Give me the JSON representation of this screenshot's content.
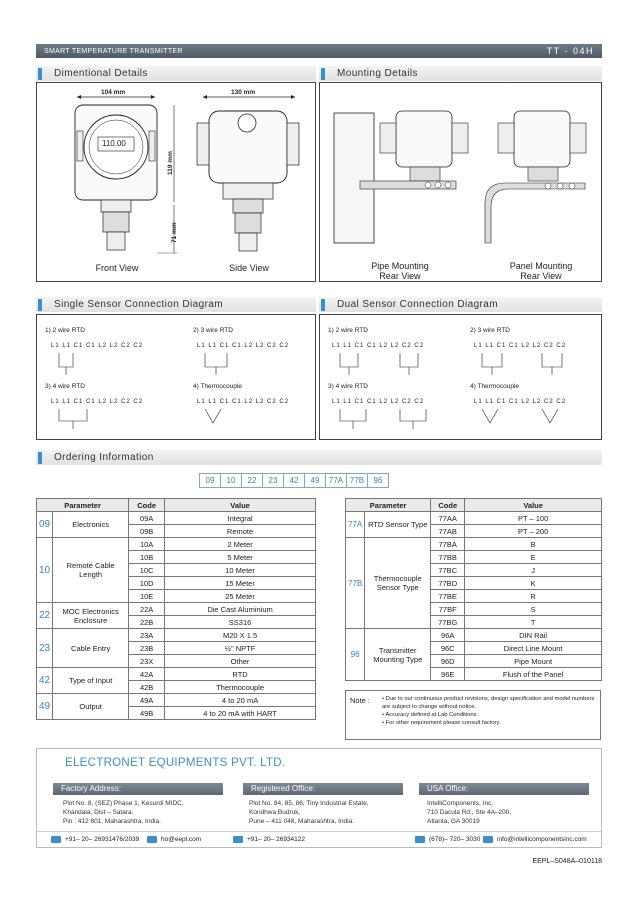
{
  "header": {
    "title": "SMART TEMPERATURE TRANSMITTER",
    "code": "TT - 04H"
  },
  "sections": {
    "dimensional": "Dimentional Details",
    "mounting": "Mounting Details",
    "single": "Single Sensor Connection Diagram",
    "dual": "Dual Sensor Connection Diagram",
    "ordering": "Ordering Information"
  },
  "dimensions": {
    "width_front": "104 mm",
    "width_side": "130 mm",
    "height_top": "119 mm",
    "height_bottom": "71 mm",
    "display_value": "110.00",
    "front_label": "Front View",
    "side_label": "Side View",
    "pipe_label": "Pipe Mounting\nRear View",
    "panel_label": "Panel Mounting\nRear View"
  },
  "single": {
    "d1": "1) 2 wire RTD",
    "d2": "2) 3 wire RTD",
    "d3": "3) 4 wire RTD",
    "d4": "4) Thermocouple",
    "t_full": "L1  L1  C1 C1  L2  L2  C2  C2",
    "t_tc": "L1  L1  C1  C1  L2  L2  C2  C2"
  },
  "dual": {
    "d1": "1) 2 wire RTD",
    "d2": "2) 3 wire RTD",
    "d3": "3) 4 wire RTD",
    "d4": "4) Thermocouple",
    "t_full": "L1  L1  C1  C1  L2  L2  C2  C2"
  },
  "order_codes": [
    "09",
    "10",
    "22",
    "23",
    "42",
    "49",
    "77A",
    "77B",
    "96"
  ],
  "left_table": {
    "headers": [
      "Parameter",
      "Code",
      "Value"
    ],
    "groups": [
      {
        "num": "09",
        "param": "Electronics",
        "rows": [
          [
            "09A",
            "Integral"
          ],
          [
            "09B",
            "Remote"
          ]
        ]
      },
      {
        "num": "10",
        "param": "Remote Cable Length",
        "rows": [
          [
            "10A",
            "2 Meter"
          ],
          [
            "10B",
            "5 Meter"
          ],
          [
            "10C",
            "10 Meter"
          ],
          [
            "10D",
            "15 Meter"
          ],
          [
            "10E",
            "25 Meter"
          ]
        ]
      },
      {
        "num": "22",
        "param": "MOC Electronics Enclosure",
        "rows": [
          [
            "22A",
            "Die Cast Aluminium"
          ],
          [
            "22B",
            "SS316"
          ]
        ]
      },
      {
        "num": "23",
        "param": "Cable Entry",
        "rows": [
          [
            "23A",
            "M20 X 1.5"
          ],
          [
            "23B",
            "½\" NPTF"
          ],
          [
            "23X",
            "Other"
          ]
        ]
      },
      {
        "num": "42",
        "param": "Type of Input",
        "rows": [
          [
            "42A",
            "RTD"
          ],
          [
            "42B",
            "Thermocouple"
          ]
        ]
      },
      {
        "num": "49",
        "param": "Output",
        "rows": [
          [
            "49A",
            "4 to 20 mA"
          ],
          [
            "49B",
            "4 to 20 mA with HART"
          ]
        ]
      }
    ]
  },
  "right_table": {
    "headers": [
      "Parameter",
      "Code",
      "Value"
    ],
    "groups": [
      {
        "num": "77A",
        "param": "RTD Sensor Type",
        "rows": [
          [
            "77AA",
            "PT – 100"
          ],
          [
            "77AB",
            "PT – 200"
          ]
        ]
      },
      {
        "num": "77B",
        "param": "Thermocouple Sensor Type",
        "rows": [
          [
            "77BA",
            "B"
          ],
          [
            "77BB",
            "E"
          ],
          [
            "77BC",
            "J"
          ],
          [
            "77BD",
            "K"
          ],
          [
            "77BE",
            "R"
          ],
          [
            "77BF",
            "S"
          ],
          [
            "77BG",
            "T"
          ]
        ]
      },
      {
        "num": "96",
        "param": "Transmitter Mounting Type",
        "rows": [
          [
            "96A",
            "DIN Rail"
          ],
          [
            "96C",
            "Direct Line Mount"
          ],
          [
            "96D",
            "Pipe Mount"
          ],
          [
            "96E",
            "Flush of the Panel"
          ]
        ]
      }
    ]
  },
  "note": {
    "label": "Note :",
    "items": [
      "• Due to our continuous product revisions, design specification and model numbers are subject to change without notice.",
      "• Accuracy defined at Lab Conditions.",
      "• For other requirement please consult factory."
    ]
  },
  "footer": {
    "company": "ELECTRONET EQUIPMENTS PVT. LTD.",
    "factory_h": "Factory Address:",
    "factory": "Plot No. 8, (SEZ) Phase 1, Kesurdi MIDC,\nKhandala, Dist – Satara.\nPin : 412 801, Maharashtra, India.",
    "reg_h": "Registered Office:",
    "reg": "Plot No. 84, 85, 86, Tiny Industrial Estate,\nKondhwa Budruk,\nPune – 411 048, Maharashtra, India.",
    "usa_h": "USA Office:",
    "usa": "IntelliComponents, Inc.\n710 Dacula Rd., Ste 4A–200,\nAtlanta, GA 30019",
    "phone1": "+91– 20– 26931476/2039",
    "email1": "ho@eepl.com",
    "fax": "+91– 20– 26934122",
    "phone2": "(678)– 720– 3030",
    "email2": "info@intellicomponentsinc.com"
  },
  "doc_no": "EEPL–S048A–010118"
}
